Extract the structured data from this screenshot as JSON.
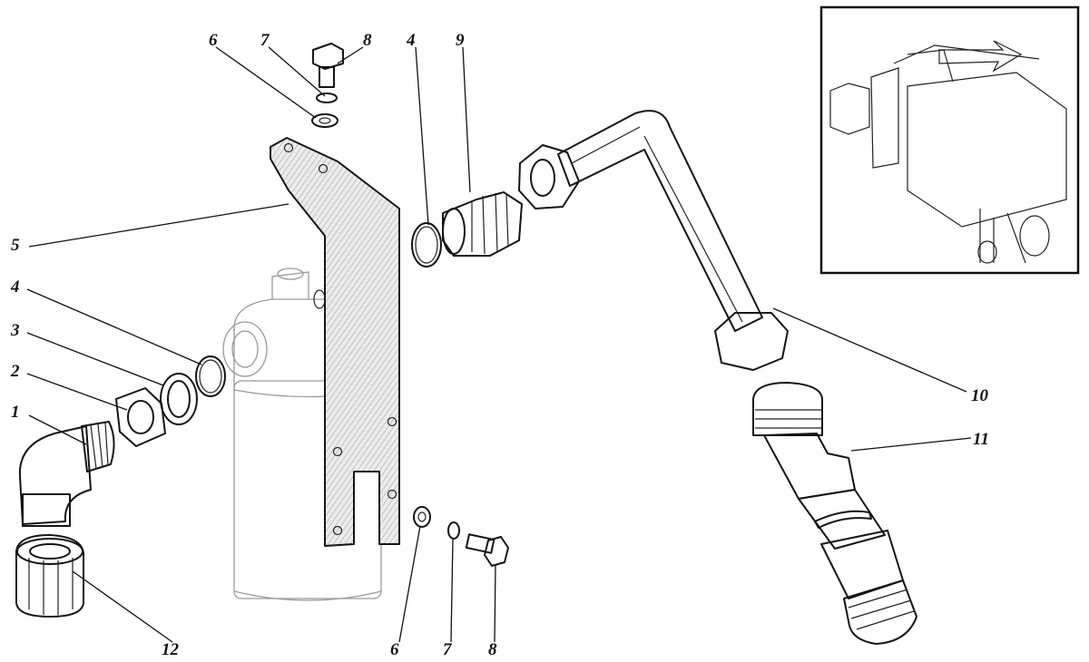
{
  "callouts": [
    {
      "id": "c1",
      "label": "1"
    },
    {
      "id": "c2",
      "label": "2"
    },
    {
      "id": "c3",
      "label": "3"
    },
    {
      "id": "c4a",
      "label": "4"
    },
    {
      "id": "c4b",
      "label": "4"
    },
    {
      "id": "c5",
      "label": "5"
    },
    {
      "id": "c6a",
      "label": "6"
    },
    {
      "id": "c6b",
      "label": "6"
    },
    {
      "id": "c7a",
      "label": "7"
    },
    {
      "id": "c7b",
      "label": "7"
    },
    {
      "id": "c8a",
      "label": "8"
    },
    {
      "id": "c8b",
      "label": "8"
    },
    {
      "id": "c9",
      "label": "9"
    },
    {
      "id": "c10",
      "label": "10"
    },
    {
      "id": "c11",
      "label": "11"
    },
    {
      "id": "c12",
      "label": "12"
    }
  ],
  "colors": {
    "ink": "#151515",
    "ghost": "#9a9a9a",
    "background": "#ffffff"
  }
}
